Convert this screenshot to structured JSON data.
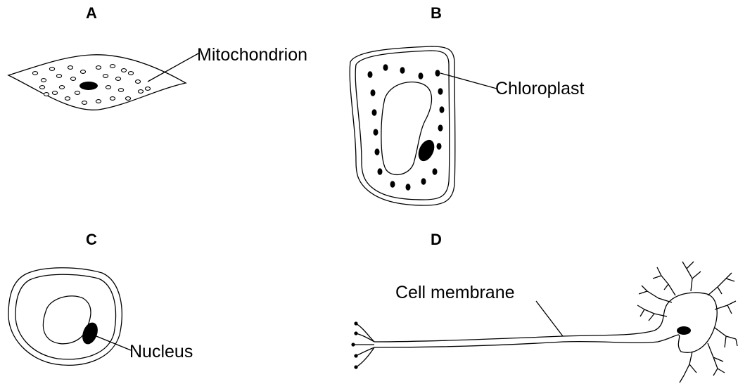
{
  "panels": {
    "a": {
      "letter": "A",
      "label": "Mitochondrion"
    },
    "b": {
      "letter": "B",
      "label": "Chloroplast"
    },
    "c": {
      "letter": "C",
      "label": "Nucleus"
    },
    "d": {
      "letter": "D",
      "label": "Cell membrane"
    }
  }
}
